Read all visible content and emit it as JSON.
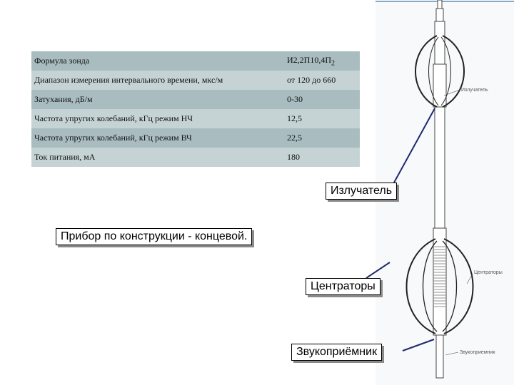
{
  "spec_table": {
    "rows": [
      {
        "param": "Формула зонда",
        "value": "И2,2П10,4П",
        "value_sub": "2"
      },
      {
        "param": "Диапазон измерения интервального времени, мкс/м",
        "value": "от 120 до 660",
        "value_sub": ""
      },
      {
        "param": "Затухания, дБ/м",
        "value": "0-30",
        "value_sub": ""
      },
      {
        "param": "Частота упругих колебаний, кГц режим НЧ",
        "value": "12,5",
        "value_sub": ""
      },
      {
        "param": "Частота упругих колебаний, кГц режим ВЧ",
        "value": "22,5",
        "value_sub": ""
      },
      {
        "param": "Ток питания, мА",
        "value": "180",
        "value_sub": ""
      }
    ]
  },
  "callouts": {
    "emitter": "Излучатель",
    "design": "Прибор по конструкции - концевой.",
    "centralizers": "Центраторы",
    "receiver": "Звукоприёмник"
  },
  "diagram_labels": {
    "emitter": "Излучатель",
    "centralizers": "Центраторы",
    "receiver": "Звукоприемник"
  },
  "colors": {
    "row_dark": "#a9bdc0",
    "row_light": "#c5d3d5",
    "leader_line": "#1f2a6b",
    "tool_stroke": "#444444"
  }
}
